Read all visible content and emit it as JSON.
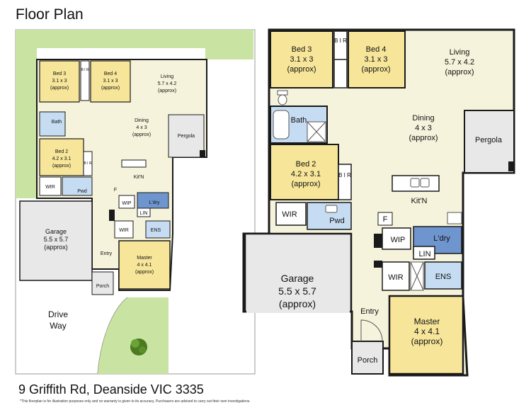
{
  "header": {
    "title": "Floor Plan"
  },
  "footer": {
    "address": "9 Griffith Rd, Deanside VIC 3335",
    "disclaimer": "*This floorplan is for illustration purposes only and no warranty is given to its accuracy. Purchasers are advised to carry out their own investigations."
  },
  "colors": {
    "bedroom": "#f7e69a",
    "living": "#f6f3dc",
    "wet": "#c6dcf2",
    "laundry": "#6f95cf",
    "garage": "#e8e8e8",
    "grass": "#c9e3a3",
    "wall": "#1a1a1a"
  },
  "icons": [
    "tree-icon",
    "sink-icon",
    "toilet-icon",
    "bath-icon",
    "shower-icon",
    "stove-icon",
    "door-swing-icon"
  ],
  "site_plan": {
    "bed3": {
      "name": "Bed 3",
      "size": "3.1 x 3",
      "note": "(approx)"
    },
    "bed4": {
      "name": "Bed 4",
      "size": "3.1 x 3",
      "note": "(approx)"
    },
    "living": {
      "name": "Living",
      "size": "5.7 x 4.2",
      "note": "(approx)"
    },
    "dining": {
      "name": "Dining",
      "size": "4 x 3",
      "note": "(approx)"
    },
    "bed2": {
      "name": "Bed 2",
      "size": "4.2 x 3.1",
      "note": "(approx)"
    },
    "garage": {
      "name": "Garage",
      "size": "5.5 x 5.7",
      "note": "(approx)"
    },
    "master": {
      "name": "Master",
      "size": "4 x 4.1",
      "note": "(approx)"
    },
    "bath": "Bath",
    "pergola": "Pergola",
    "kitchen": "Kit'N",
    "wir": "WIR",
    "wir2": "WIR",
    "pwd": "Pwd",
    "wip": "WIP",
    "laundry": "L'dry",
    "lin": "LIN",
    "ens": "ENS",
    "entry": "Entry",
    "porch": "Porch",
    "bir": "B I R",
    "fridge": "F",
    "driveway_line1": "Drive",
    "driveway_line2": "Way"
  },
  "floor_plan": {
    "bed3": {
      "name": "Bed 3",
      "size": "3.1 x 3",
      "note": "(approx)"
    },
    "bed4": {
      "name": "Bed 4",
      "size": "3.1 x 3",
      "note": "(approx)"
    },
    "living": {
      "name": "Living",
      "size": "5.7 x 4.2",
      "note": "(approx)"
    },
    "dining": {
      "name": "Dining",
      "size": "4 x 3",
      "note": "(approx)"
    },
    "bed2": {
      "name": "Bed 2",
      "size": "4.2 x 3.1",
      "note": "(approx)"
    },
    "garage": {
      "name": "Garage",
      "size": "5.5 x 5.7",
      "note": "(approx)"
    },
    "master": {
      "name": "Master",
      "size": "4 x 4.1",
      "note": "(approx)"
    },
    "bath": "Bath",
    "pergola": "Pergola",
    "kitchen": "Kit'N",
    "wir": "WIR",
    "wir2": "WIR",
    "pwd": "Pwd",
    "wip": "WIP",
    "laundry": "L'dry",
    "lin": "LIN",
    "ens": "ENS",
    "entry": "Entry",
    "porch": "Porch",
    "bir": "B I R",
    "fridge": "F"
  }
}
